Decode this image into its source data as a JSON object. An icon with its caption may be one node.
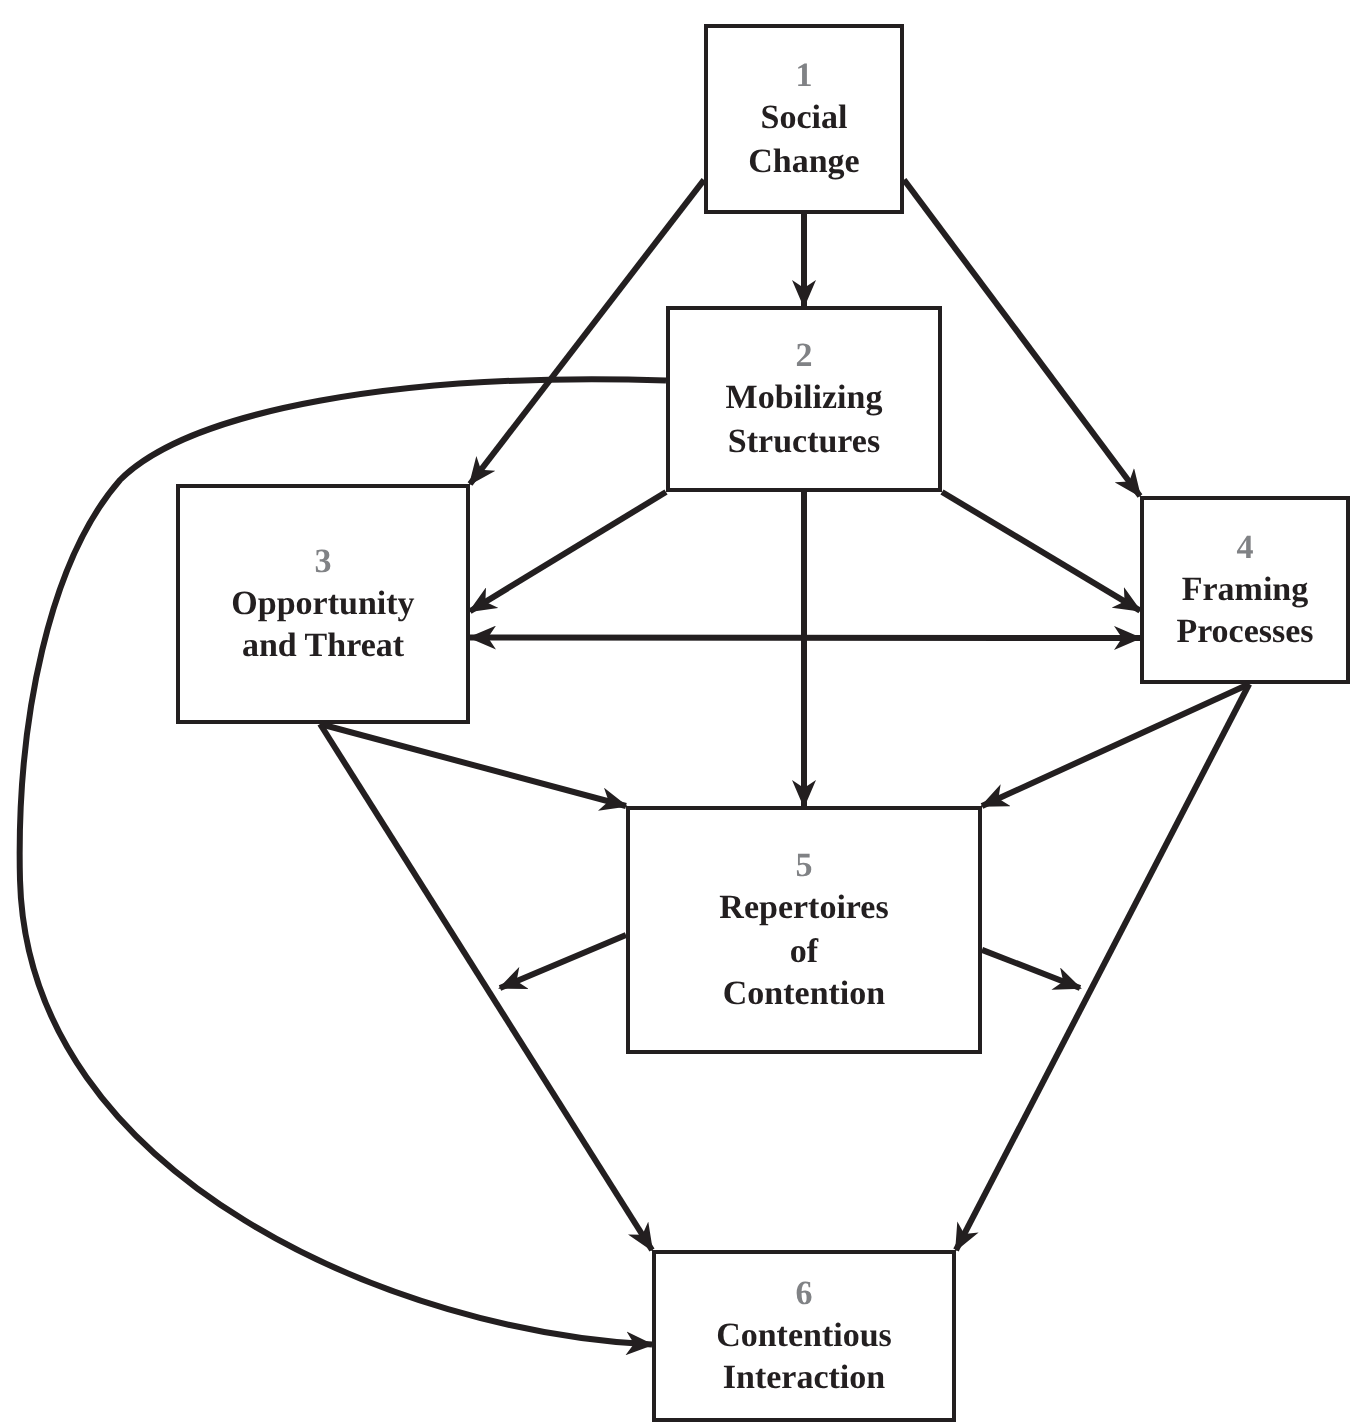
{
  "diagram": {
    "nodes": [
      {
        "text": [
          "1",
          "Social Change"
        ]
      },
      {
        "text": [
          "2",
          "Mobilizing Structures"
        ]
      },
      {
        "text": [
          "3",
          "Opportunity and Threat"
        ]
      },
      {
        "text": [
          "4",
          "Framing Processes"
        ]
      },
      {
        "text": [
          "5",
          "Repertoires of Contention"
        ]
      },
      {
        "text": [
          "6",
          "Contentious Interaction"
        ]
      }
    ],
    "edges": [
      {
        "from": 0,
        "to": 1,
        "arrow": "to"
      },
      {
        "from": 0,
        "to": 2,
        "arrow": "to"
      },
      {
        "from": 0,
        "to": 3,
        "arrow": "to"
      },
      {
        "from": 1,
        "to": 2,
        "arrow": "to"
      },
      {
        "from": 1,
        "to": 3,
        "arrow": "to"
      },
      {
        "from": 2,
        "to": 3,
        "arrow": "both"
      },
      {
        "from": 1,
        "to": 4,
        "arrow": "to"
      },
      {
        "from": 1,
        "to": 5,
        "arrow": "to"
      },
      {
        "from": 2,
        "to": 4,
        "arrow": "to"
      },
      {
        "from": 2,
        "to": 5,
        "arrow": "to"
      },
      {
        "from": 3,
        "to": 4,
        "arrow": "to"
      },
      {
        "from": 3,
        "to": 5,
        "arrow": "to"
      },
      {
        "from": 4,
        "to": null,
        "arrow": "to"
      },
      {
        "from": 4,
        "to": null,
        "arrow": "to"
      }
    ]
  }
}
